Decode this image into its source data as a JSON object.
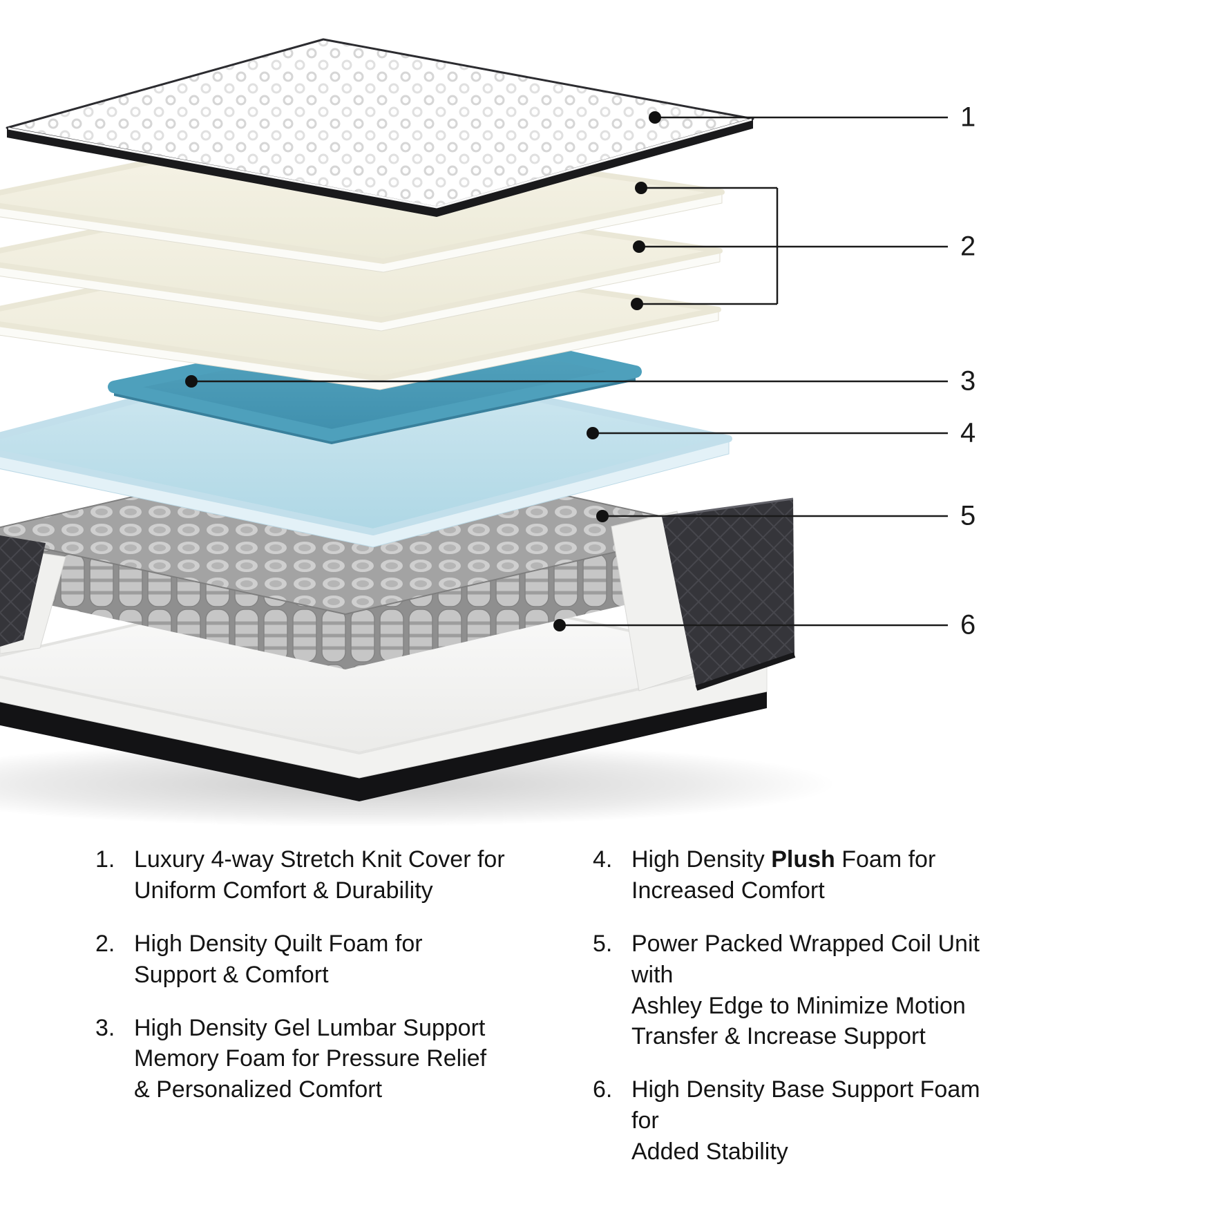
{
  "diagram": {
    "callouts": [
      {
        "label": "1"
      },
      {
        "label": "2"
      },
      {
        "label": "3"
      },
      {
        "label": "4"
      },
      {
        "label": "5"
      },
      {
        "label": "6"
      }
    ],
    "colors": {
      "cover_edge": "#1a1a1c",
      "foam_top": "#f3f0df",
      "gel_layer": "#4ea0bc",
      "plush_layer": "#c3e0eb",
      "coil_gray": "#b5b5b5",
      "base_fabric": "#37373a"
    }
  },
  "legend": {
    "items_left": [
      {
        "num": "1.",
        "text": "Luxury 4-way Stretch Knit Cover for\nUniform Comfort & Durability"
      },
      {
        "num": "2.",
        "text": "High Density Quilt Foam for\nSupport & Comfort"
      },
      {
        "num": "3.",
        "text": "High Density Gel Lumbar Support\nMemory Foam for Pressure Relief\n& Personalized Comfort"
      }
    ],
    "items_right": [
      {
        "num": "4.",
        "pre": "High Density ",
        "bold": "Plush",
        "post": " Foam for\nIncreased Comfort"
      },
      {
        "num": "5.",
        "text": "Power Packed Wrapped Coil Unit with\nAshley Edge to Minimize Motion\nTransfer & Increase Support"
      },
      {
        "num": "6.",
        "text": "High Density Base Support Foam for\nAdded Stability"
      }
    ]
  }
}
